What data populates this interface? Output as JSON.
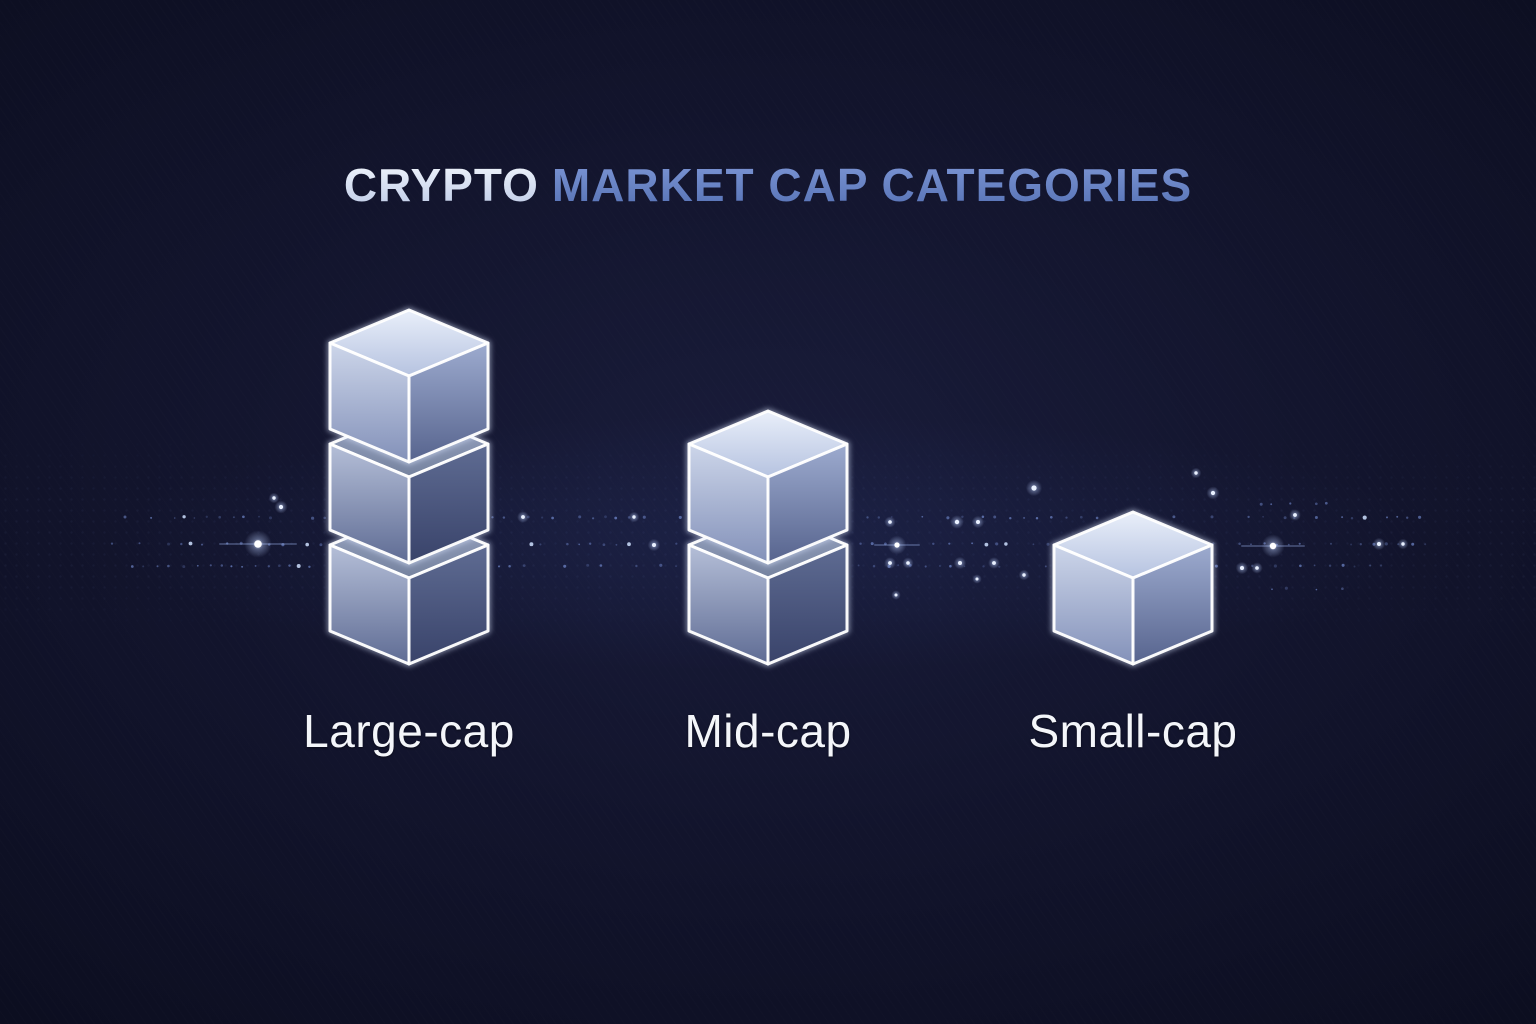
{
  "title": {
    "prefix": "CRYPTO",
    "rest": "MARKET CAP CATEGORIES"
  },
  "diagram": {
    "type": "isometric-cube-stacks",
    "description": "Three cube stacks sized by market-cap tier"
  },
  "categories": [
    {
      "id": "large-cap",
      "label": "Large-cap",
      "cubes": 3
    },
    {
      "id": "mid-cap",
      "label": "Mid-cap",
      "cubes": 2
    },
    {
      "id": "small-cap",
      "label": "Small-cap",
      "cubes": 1
    }
  ],
  "colors": {
    "background_center": "#191c3a",
    "background_mid": "#12142c",
    "background_edge": "#0a0c1c",
    "title_primary_top": "#f3f7fd",
    "title_primary_bottom": "#bcc9e6",
    "title_accent_top": "#7e97d6",
    "title_accent_bottom": "#5571b4",
    "label_text": "#f4f6fa",
    "cube_edge": "#ffffff",
    "cube_edge_glow": "#dbe6ff",
    "particle_dot": "#7d97e0",
    "particle_bright": "#eaf1ff",
    "cube_faces": {
      "bright": {
        "top": [
          "#e9effa",
          "#b6c3e0"
        ],
        "left": [
          "#cdd6ea",
          "#8391b9"
        ],
        "right": [
          "#9dabcf",
          "#57648e"
        ]
      },
      "dark": {
        "top": [
          "#9aa6c4",
          "#76839f"
        ],
        "left": [
          "#b5bfd8",
          "#5f6c94"
        ],
        "right": [
          "#5f6c93",
          "#39436a"
        ]
      }
    }
  }
}
